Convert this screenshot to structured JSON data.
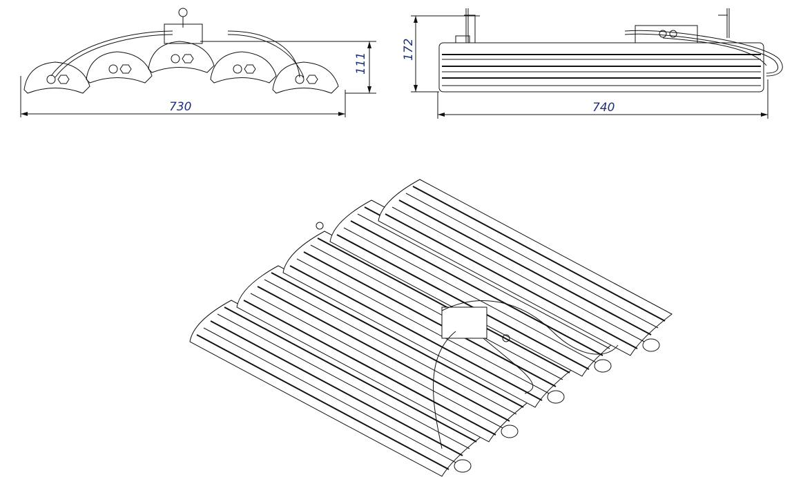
{
  "drawing": {
    "front_view": {
      "width_label": "730",
      "height_label": "111"
    },
    "side_view": {
      "height_label": "172",
      "length_label": "740"
    },
    "isometric_view": {
      "modules": 5
    },
    "colors": {
      "line": "#111111",
      "dimension_text": "#1c2f7a",
      "background": "#ffffff"
    }
  }
}
